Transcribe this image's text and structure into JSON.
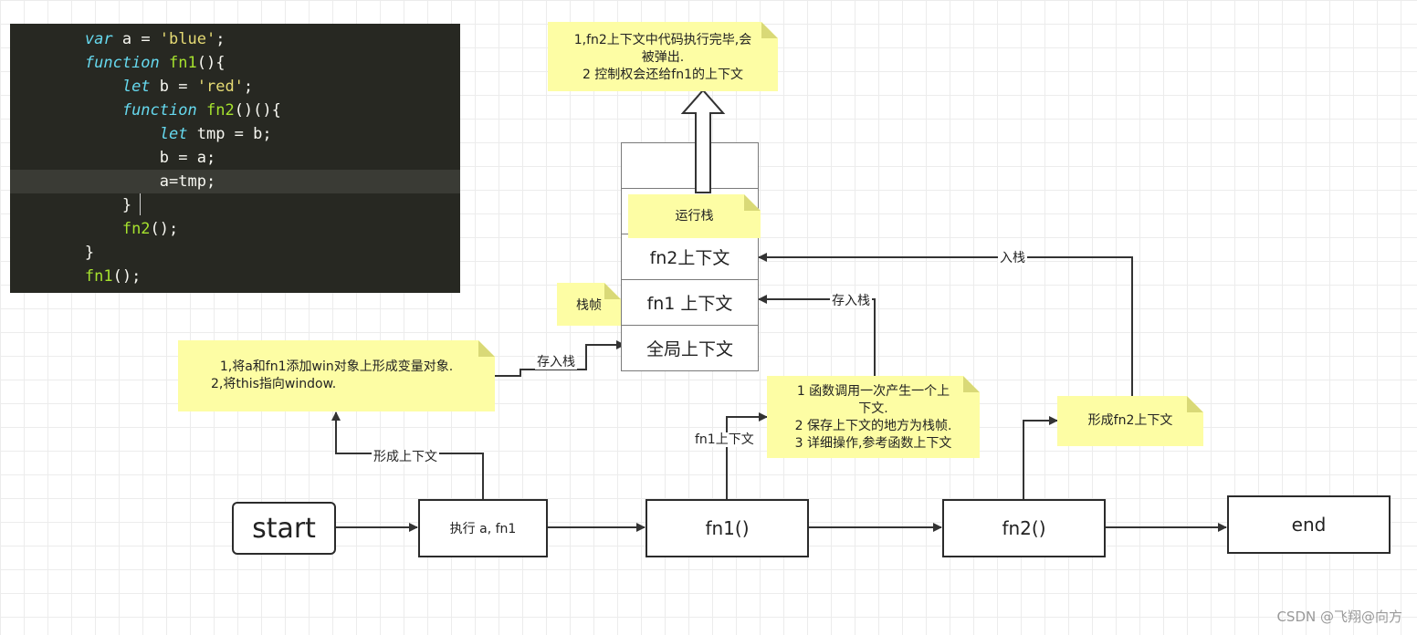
{
  "code_panel": {
    "lines": [
      {
        "indent": "        ",
        "tokens": [
          {
            "t": "var",
            "c": "kw"
          },
          {
            "t": " a = ",
            "c": ""
          },
          {
            "t": "'blue'",
            "c": "str"
          },
          {
            "t": ";",
            "c": ""
          }
        ]
      },
      {
        "indent": "        ",
        "tokens": [
          {
            "t": "function",
            "c": "kw"
          },
          {
            "t": " ",
            "c": ""
          },
          {
            "t": "fn1",
            "c": "fn"
          },
          {
            "t": "(){",
            "c": ""
          }
        ]
      },
      {
        "indent": "            ",
        "tokens": [
          {
            "t": "let",
            "c": "kw"
          },
          {
            "t": " b = ",
            "c": ""
          },
          {
            "t": "'red'",
            "c": "str"
          },
          {
            "t": ";",
            "c": ""
          }
        ]
      },
      {
        "indent": "            ",
        "tokens": [
          {
            "t": "function",
            "c": "kw"
          },
          {
            "t": " ",
            "c": ""
          },
          {
            "t": "fn2",
            "c": "fn"
          },
          {
            "t": "()(){",
            "c": ""
          }
        ]
      },
      {
        "indent": "                ",
        "tokens": [
          {
            "t": "let",
            "c": "kw"
          },
          {
            "t": " tmp = b;",
            "c": ""
          }
        ]
      },
      {
        "indent": "                ",
        "tokens": [
          {
            "t": "b = a;",
            "c": ""
          }
        ]
      },
      {
        "indent": "                ",
        "tokens": [
          {
            "t": "a=tmp;",
            "c": ""
          }
        ],
        "highlight": true
      },
      {
        "indent": "            ",
        "tokens": [
          {
            "t": "}",
            "c": ""
          }
        ]
      },
      {
        "indent": "            ",
        "tokens": [
          {
            "t": "fn2",
            "c": "fn"
          },
          {
            "t": "();",
            "c": ""
          }
        ]
      },
      {
        "indent": "        ",
        "tokens": [
          {
            "t": "}",
            "c": ""
          }
        ]
      },
      {
        "indent": "        ",
        "tokens": [
          {
            "t": "fn1",
            "c": "fn"
          },
          {
            "t": "();",
            "c": ""
          }
        ]
      }
    ]
  },
  "notes": {
    "pop_note": [
      "1,fn2上下文中代码执行完毕,会",
      "被弹出.",
      "2 控制权会还给fn1的上下文"
    ],
    "run_stack_note": "运行栈",
    "frame_note": "栈帧",
    "global_note": [
      "1,将a和fn1添加win对象上形成变量对象.",
      "2,将this指向window."
    ],
    "call_note": [
      "1 函数调用一次产生一个上",
      "下文.",
      "2 保存上下文的地方为栈帧.",
      "3  详细操作,参考函数上下文"
    ],
    "fn2ctx_note": "形成fn2上下文"
  },
  "stack": {
    "cells": [
      "fn2上下文",
      "fn1 上下文",
      "全局上下文"
    ]
  },
  "flow": {
    "start": "start",
    "exec": "执行 a, fn1",
    "fn1": "fn1()",
    "fn2": "fn2()",
    "end": "end"
  },
  "edge_labels": {
    "form_ctx": "形成上下文",
    "push_global": "存入栈",
    "fn1_ctx": "fn1上下文",
    "push_fn1": "存入栈",
    "push_fn2": "入栈"
  },
  "watermark": "CSDN @飞翔@向方"
}
